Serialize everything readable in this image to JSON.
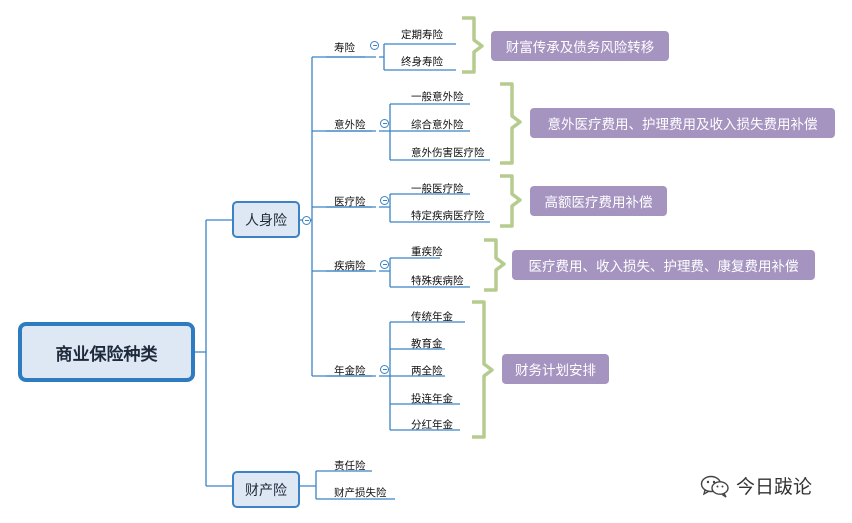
{
  "root": "商业保险种类",
  "person": {
    "label": "人身险",
    "categories": [
      {
        "label": "寿险",
        "items": [
          "定期寿险",
          "终身寿险"
        ],
        "purpose": "财富传承及债务风险转移"
      },
      {
        "label": "意外险",
        "items": [
          "一般意外险",
          "综合意外险",
          "意外伤害医疗险"
        ],
        "purpose": "意外医疗费用、护理费用及收入损失费用补偿"
      },
      {
        "label": "医疗险",
        "items": [
          "一般医疗险",
          "特定疾病医疗险"
        ],
        "purpose": "高额医疗费用补偿"
      },
      {
        "label": "疾病险",
        "items": [
          "重疾险",
          "特殊疾病险"
        ],
        "purpose": "医疗费用、收入损失、护理费、康复费用补偿"
      },
      {
        "label": "年金险",
        "items": [
          "传统年金",
          "教育金",
          "两全险",
          "投连年金",
          "分红年金"
        ],
        "purpose": "财务计划安排"
      }
    ]
  },
  "property": {
    "label": "财产险",
    "items": [
      "责任险",
      "财产损失险"
    ]
  },
  "watermark": "今日跋论",
  "colors": {
    "line": "#3b83c4",
    "bracket": "#b5cc8e",
    "purpose_box": "#a594c0",
    "node_fill": "#dde8f4"
  },
  "icons": [
    "collapse-toggle-icon",
    "wechat-icon"
  ]
}
